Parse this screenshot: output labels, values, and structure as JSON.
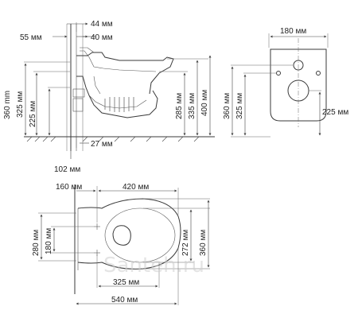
{
  "side_view": {
    "dims": {
      "d44": "44 мм",
      "d55": "55 мм",
      "d40": "40 мм",
      "d360": "360 mm",
      "d325": "325 мм",
      "d225": "225 мм",
      "d285": "285 мм",
      "d335": "335 мм",
      "d400": "400 мм",
      "d27": "27 мм",
      "d102": "102 мм"
    }
  },
  "rear_view": {
    "dims": {
      "d180": "180 мм",
      "d360": "360 мм",
      "d325": "325 мм",
      "d225": "225 мм"
    }
  },
  "top_view": {
    "dims": {
      "d160": "160 мм",
      "d420": "420 мм",
      "d280": "280 мм",
      "d180": "180 мм",
      "d272": "272 мм",
      "d360": "360 мм",
      "d325": "325 мм",
      "d540": "540 мм"
    }
  },
  "watermark": "Santeh.ru"
}
